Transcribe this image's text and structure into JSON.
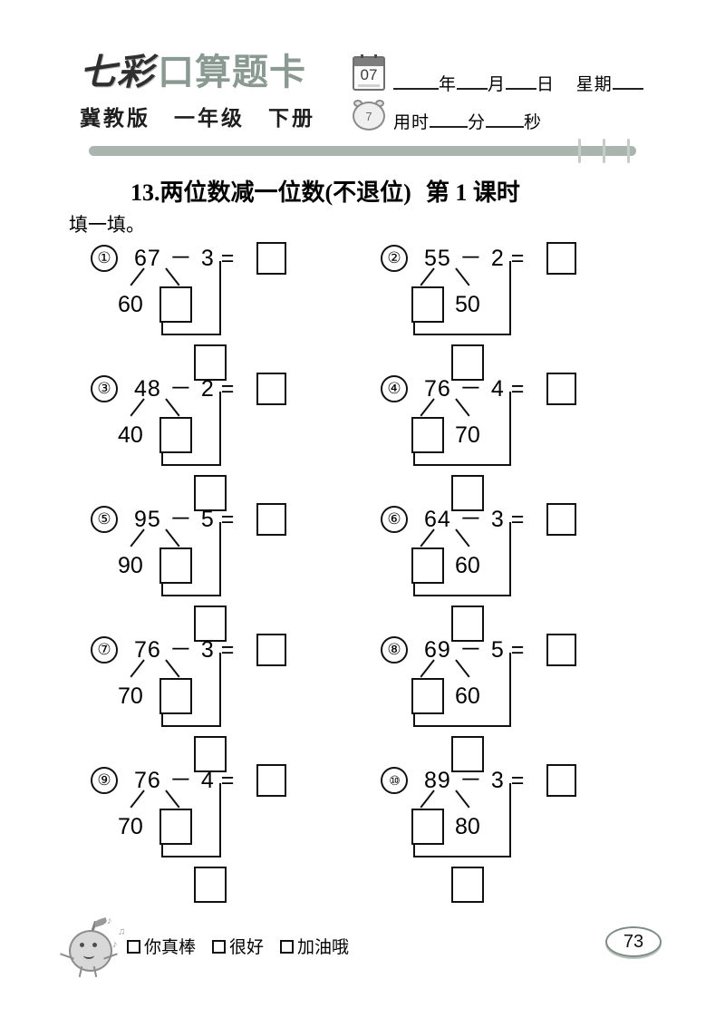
{
  "header": {
    "brand_script": "七彩",
    "brand_main": "口算题卡",
    "edition": "冀教版　一年级　下册",
    "calendar_icon_value": "07",
    "clock_icon_value": "7",
    "date_year_label": "年",
    "date_month_label": "月",
    "date_day_label": "日",
    "weekday_label": "星期",
    "duration_prefix": "用时",
    "duration_minute_label": "分",
    "duration_second_label": "秒"
  },
  "lesson": {
    "title": "13.两位数减一位数(不退位)",
    "session": "第 1 课时",
    "instruction": "填一填。"
  },
  "problems": [
    {
      "index": "①",
      "minuend": "67",
      "operator": "－",
      "subtrahend": "3",
      "equals": "=",
      "answer": "",
      "tens_label": "60",
      "ones_label": "",
      "label_side": "left",
      "ones_box": "",
      "result_box": ""
    },
    {
      "index": "②",
      "minuend": "55",
      "operator": "－",
      "subtrahend": "2",
      "equals": "=",
      "answer": "",
      "tens_label": "",
      "ones_label": "50",
      "label_side": "right",
      "ones_box": "",
      "result_box": ""
    },
    {
      "index": "③",
      "minuend": "48",
      "operator": "－",
      "subtrahend": "2",
      "equals": "=",
      "answer": "",
      "tens_label": "40",
      "ones_label": "",
      "label_side": "left",
      "ones_box": "",
      "result_box": ""
    },
    {
      "index": "④",
      "minuend": "76",
      "operator": "－",
      "subtrahend": "4",
      "equals": "=",
      "answer": "",
      "tens_label": "",
      "ones_label": "70",
      "label_side": "right",
      "ones_box": "",
      "result_box": ""
    },
    {
      "index": "⑤",
      "minuend": "95",
      "operator": "－",
      "subtrahend": "5",
      "equals": "=",
      "answer": "",
      "tens_label": "90",
      "ones_label": "",
      "label_side": "left",
      "ones_box": "",
      "result_box": ""
    },
    {
      "index": "⑥",
      "minuend": "64",
      "operator": "－",
      "subtrahend": "3",
      "equals": "=",
      "answer": "",
      "tens_label": "",
      "ones_label": "60",
      "label_side": "right",
      "ones_box": "",
      "result_box": ""
    },
    {
      "index": "⑦",
      "minuend": "76",
      "operator": "－",
      "subtrahend": "3",
      "equals": "=",
      "answer": "",
      "tens_label": "70",
      "ones_label": "",
      "label_side": "left",
      "ones_box": "",
      "result_box": ""
    },
    {
      "index": "⑧",
      "minuend": "69",
      "operator": "－",
      "subtrahend": "5",
      "equals": "=",
      "answer": "",
      "tens_label": "",
      "ones_label": "60",
      "label_side": "right",
      "ones_box": "",
      "result_box": ""
    },
    {
      "index": "⑨",
      "minuend": "76",
      "operator": "－",
      "subtrahend": "4",
      "equals": "=",
      "answer": "",
      "tens_label": "70",
      "ones_label": "",
      "label_side": "left",
      "ones_box": "",
      "result_box": ""
    },
    {
      "index": "⑩",
      "minuend": "89",
      "operator": "－",
      "subtrahend": "3",
      "equals": "=",
      "answer": "",
      "tens_label": "",
      "ones_label": "80",
      "label_side": "right",
      "ones_box": "",
      "result_box": ""
    }
  ],
  "footer": {
    "ratings": [
      "你真棒",
      "很好",
      "加油哦"
    ],
    "page_number": "73"
  },
  "colors": {
    "brand_green": "#8a9a92",
    "divider": "#a9b5ae",
    "ink": "#111111",
    "page_badge_border": "#7f8c85"
  }
}
